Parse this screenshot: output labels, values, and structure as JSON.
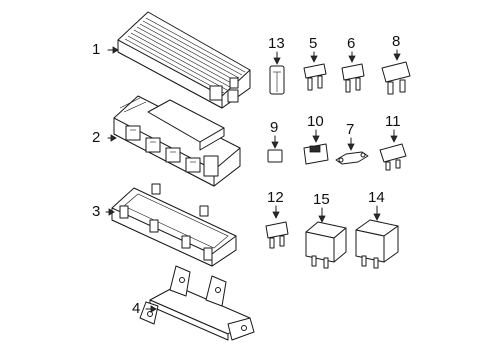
{
  "callouts": [
    {
      "id": "c1",
      "label": "1",
      "part": "cover"
    },
    {
      "id": "c2",
      "label": "2",
      "part": "fuse-box-assembly"
    },
    {
      "id": "c3",
      "label": "3",
      "part": "lower-housing"
    },
    {
      "id": "c4",
      "label": "4",
      "part": "mounting-bracket"
    },
    {
      "id": "c5",
      "label": "5",
      "part": "mini-fuse"
    },
    {
      "id": "c6",
      "label": "6",
      "part": "mini-fuse"
    },
    {
      "id": "c7",
      "label": "7",
      "part": "strip-fuse"
    },
    {
      "id": "c8",
      "label": "8",
      "part": "maxi-fuse"
    },
    {
      "id": "c9",
      "label": "9",
      "part": "micro-fuse"
    },
    {
      "id": "c10",
      "label": "10",
      "part": "cartridge-fuse"
    },
    {
      "id": "c11",
      "label": "11",
      "part": "maxi-fuse"
    },
    {
      "id": "c12",
      "label": "12",
      "part": "micro-fuse"
    },
    {
      "id": "c13",
      "label": "13",
      "part": "fuse-puller"
    },
    {
      "id": "c14",
      "label": "14",
      "part": "relay"
    },
    {
      "id": "c15",
      "label": "15",
      "part": "relay"
    }
  ]
}
